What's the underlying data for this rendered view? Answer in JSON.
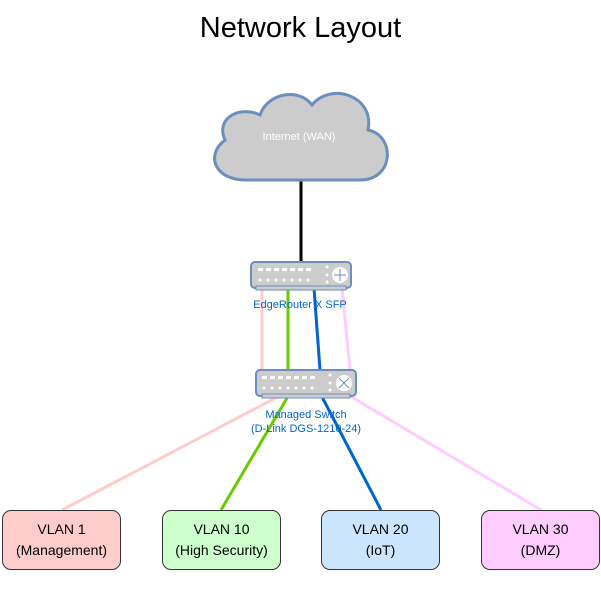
{
  "title": "Network Layout",
  "nodes": {
    "internet": {
      "label": "Internet (WAN)"
    },
    "router": {
      "label": "EdgeRouter X SFP"
    },
    "switch": {
      "label_line1": "Managed Switch",
      "label_line2": "(D-Link DGS-1210-24)"
    }
  },
  "vlans": [
    {
      "name": "VLAN 1",
      "desc": "(Management)",
      "fill": "#ffcccc",
      "link_color": "#ffcccc"
    },
    {
      "name": "VLAN 10",
      "desc": "(High Security)",
      "fill": "#ccffcc",
      "link_color": "#66cc00"
    },
    {
      "name": "VLAN 20",
      "desc": "(IoT)",
      "fill": "#cce5ff",
      "link_color": "#0066cc"
    },
    {
      "name": "VLAN 30",
      "desc": "(DMZ)",
      "fill": "#ffccff",
      "link_color": "#ffccff"
    }
  ],
  "colors": {
    "cloud_fill": "#cccccc",
    "cloud_stroke": "#6c8ebf",
    "device_label": "#0066cc",
    "wan_link": "#000000"
  }
}
